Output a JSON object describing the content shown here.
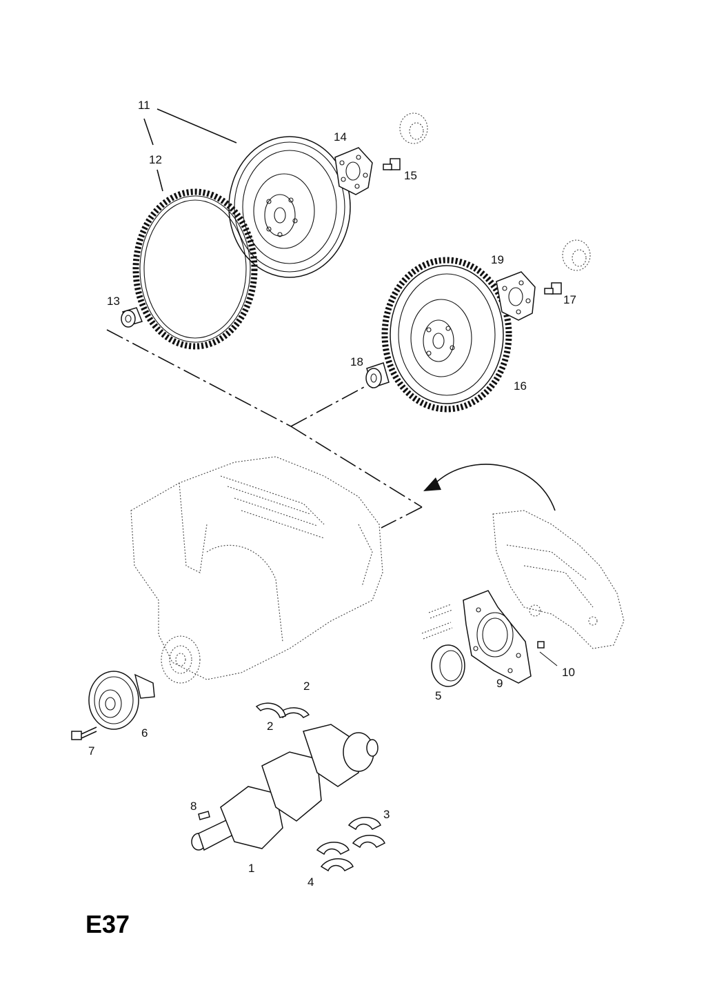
{
  "diagram": {
    "callouts": [
      "11",
      "12",
      "14",
      "15",
      "13",
      "19",
      "17",
      "18",
      "16",
      "2",
      "2",
      "10",
      "5",
      "9",
      "6",
      "7",
      "8",
      "3",
      "1",
      "4"
    ],
    "page_code": "E37"
  }
}
